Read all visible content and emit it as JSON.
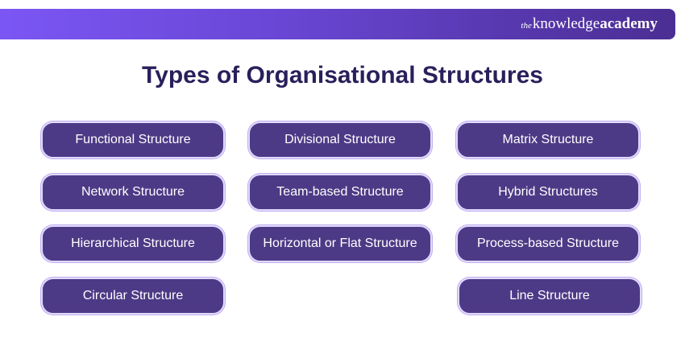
{
  "brand": {
    "prefix": "the",
    "knowledge": "knowledge",
    "academy": "academy"
  },
  "title": "Types of Organisational Structures",
  "colors": {
    "header_gradient_start": "#7b56f4",
    "header_gradient_end": "#4b2e93",
    "pill_fill": "#4d3a86",
    "pill_border": "#e2d9ff",
    "title_color": "#2a1f5b"
  },
  "columns": [
    {
      "items": [
        "Functional Structure",
        "Network Structure",
        "Hierarchical Structure",
        "Circular Structure"
      ]
    },
    {
      "items": [
        "Divisional Structure",
        "Team-based Structure",
        "Horizontal or Flat Structure"
      ]
    },
    {
      "items": [
        "Matrix Structure",
        "Hybrid Structures",
        "Process-based Structure",
        "Line Structure"
      ]
    }
  ]
}
